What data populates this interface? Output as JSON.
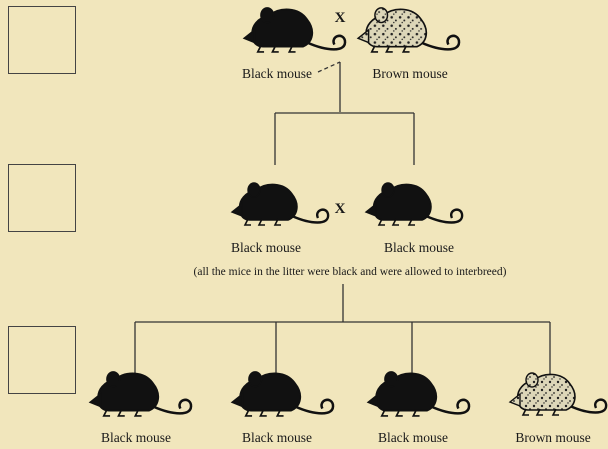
{
  "generations": {
    "parents": {
      "cross_symbol": "X",
      "mice": [
        {
          "label": "Black mouse",
          "color": "black"
        },
        {
          "label": "Brown mouse",
          "color": "brown"
        }
      ]
    },
    "f1": {
      "cross_symbol": "X",
      "mice": [
        {
          "label": "Black mouse",
          "color": "black"
        },
        {
          "label": "Black mouse",
          "color": "black"
        }
      ],
      "note": "(all the mice in the litter were black and were allowed to interbreed)"
    },
    "f2": {
      "mice": [
        {
          "label": "Black mouse",
          "color": "black"
        },
        {
          "label": "Black mouse",
          "color": "black"
        },
        {
          "label": "Black mouse",
          "color": "black"
        },
        {
          "label": "Brown mouse",
          "color": "brown"
        }
      ]
    }
  },
  "colors": {
    "background": "#f1e6bc",
    "black_mouse": "#111111",
    "brown_mouse": "#dcd6b8",
    "lines": "#333333"
  }
}
